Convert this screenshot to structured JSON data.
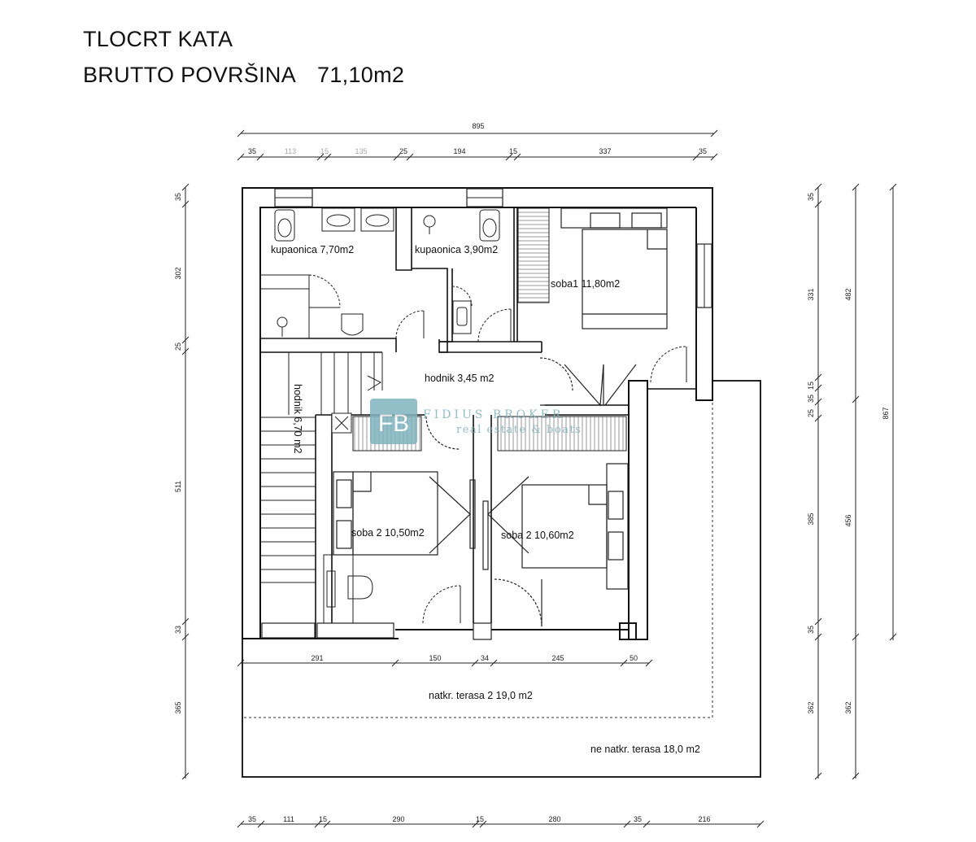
{
  "title": {
    "line1": "TLOCRT KATA",
    "line2_label": "BRUTTO POVRŠINA",
    "line2_value": "71,10m2"
  },
  "rooms": {
    "bath1": "kupaonica 7,70m2",
    "bath2": "kupaonica 3,90m2",
    "soba1": "soba1   11,80m2",
    "hall1": "hodnik 3,45 m2",
    "hall2": "hodnik 6,70 m2",
    "soba2a": "soba 2    10,50m2",
    "soba2b": "soba 2   10,60m2",
    "terrace_covered": "natkr. terasa 2     19,0 m2",
    "terrace_open": "ne natkr. terasa 18,0 m2"
  },
  "watermark": {
    "logo": "FB",
    "name": "FIDIUS BROKER",
    "tagline": "real estate & boats",
    "color": "#7fb3bf"
  },
  "dims": {
    "top_total": "895",
    "top": [
      "35",
      "113",
      "15",
      "135",
      "25",
      "194",
      "15",
      "337",
      "35"
    ],
    "mid": [
      "291",
      "150",
      "34",
      "245",
      "50"
    ],
    "bottom": [
      "35",
      "111",
      "15",
      "290",
      "15",
      "280",
      "35",
      "216"
    ],
    "left": [
      "35",
      "302",
      "25",
      "511",
      "33",
      "365"
    ],
    "right1": [
      "35",
      "331",
      "15",
      "35",
      "25",
      "385",
      "35",
      "362"
    ],
    "right2": [
      "482",
      "456",
      "362"
    ],
    "right3": "867"
  }
}
